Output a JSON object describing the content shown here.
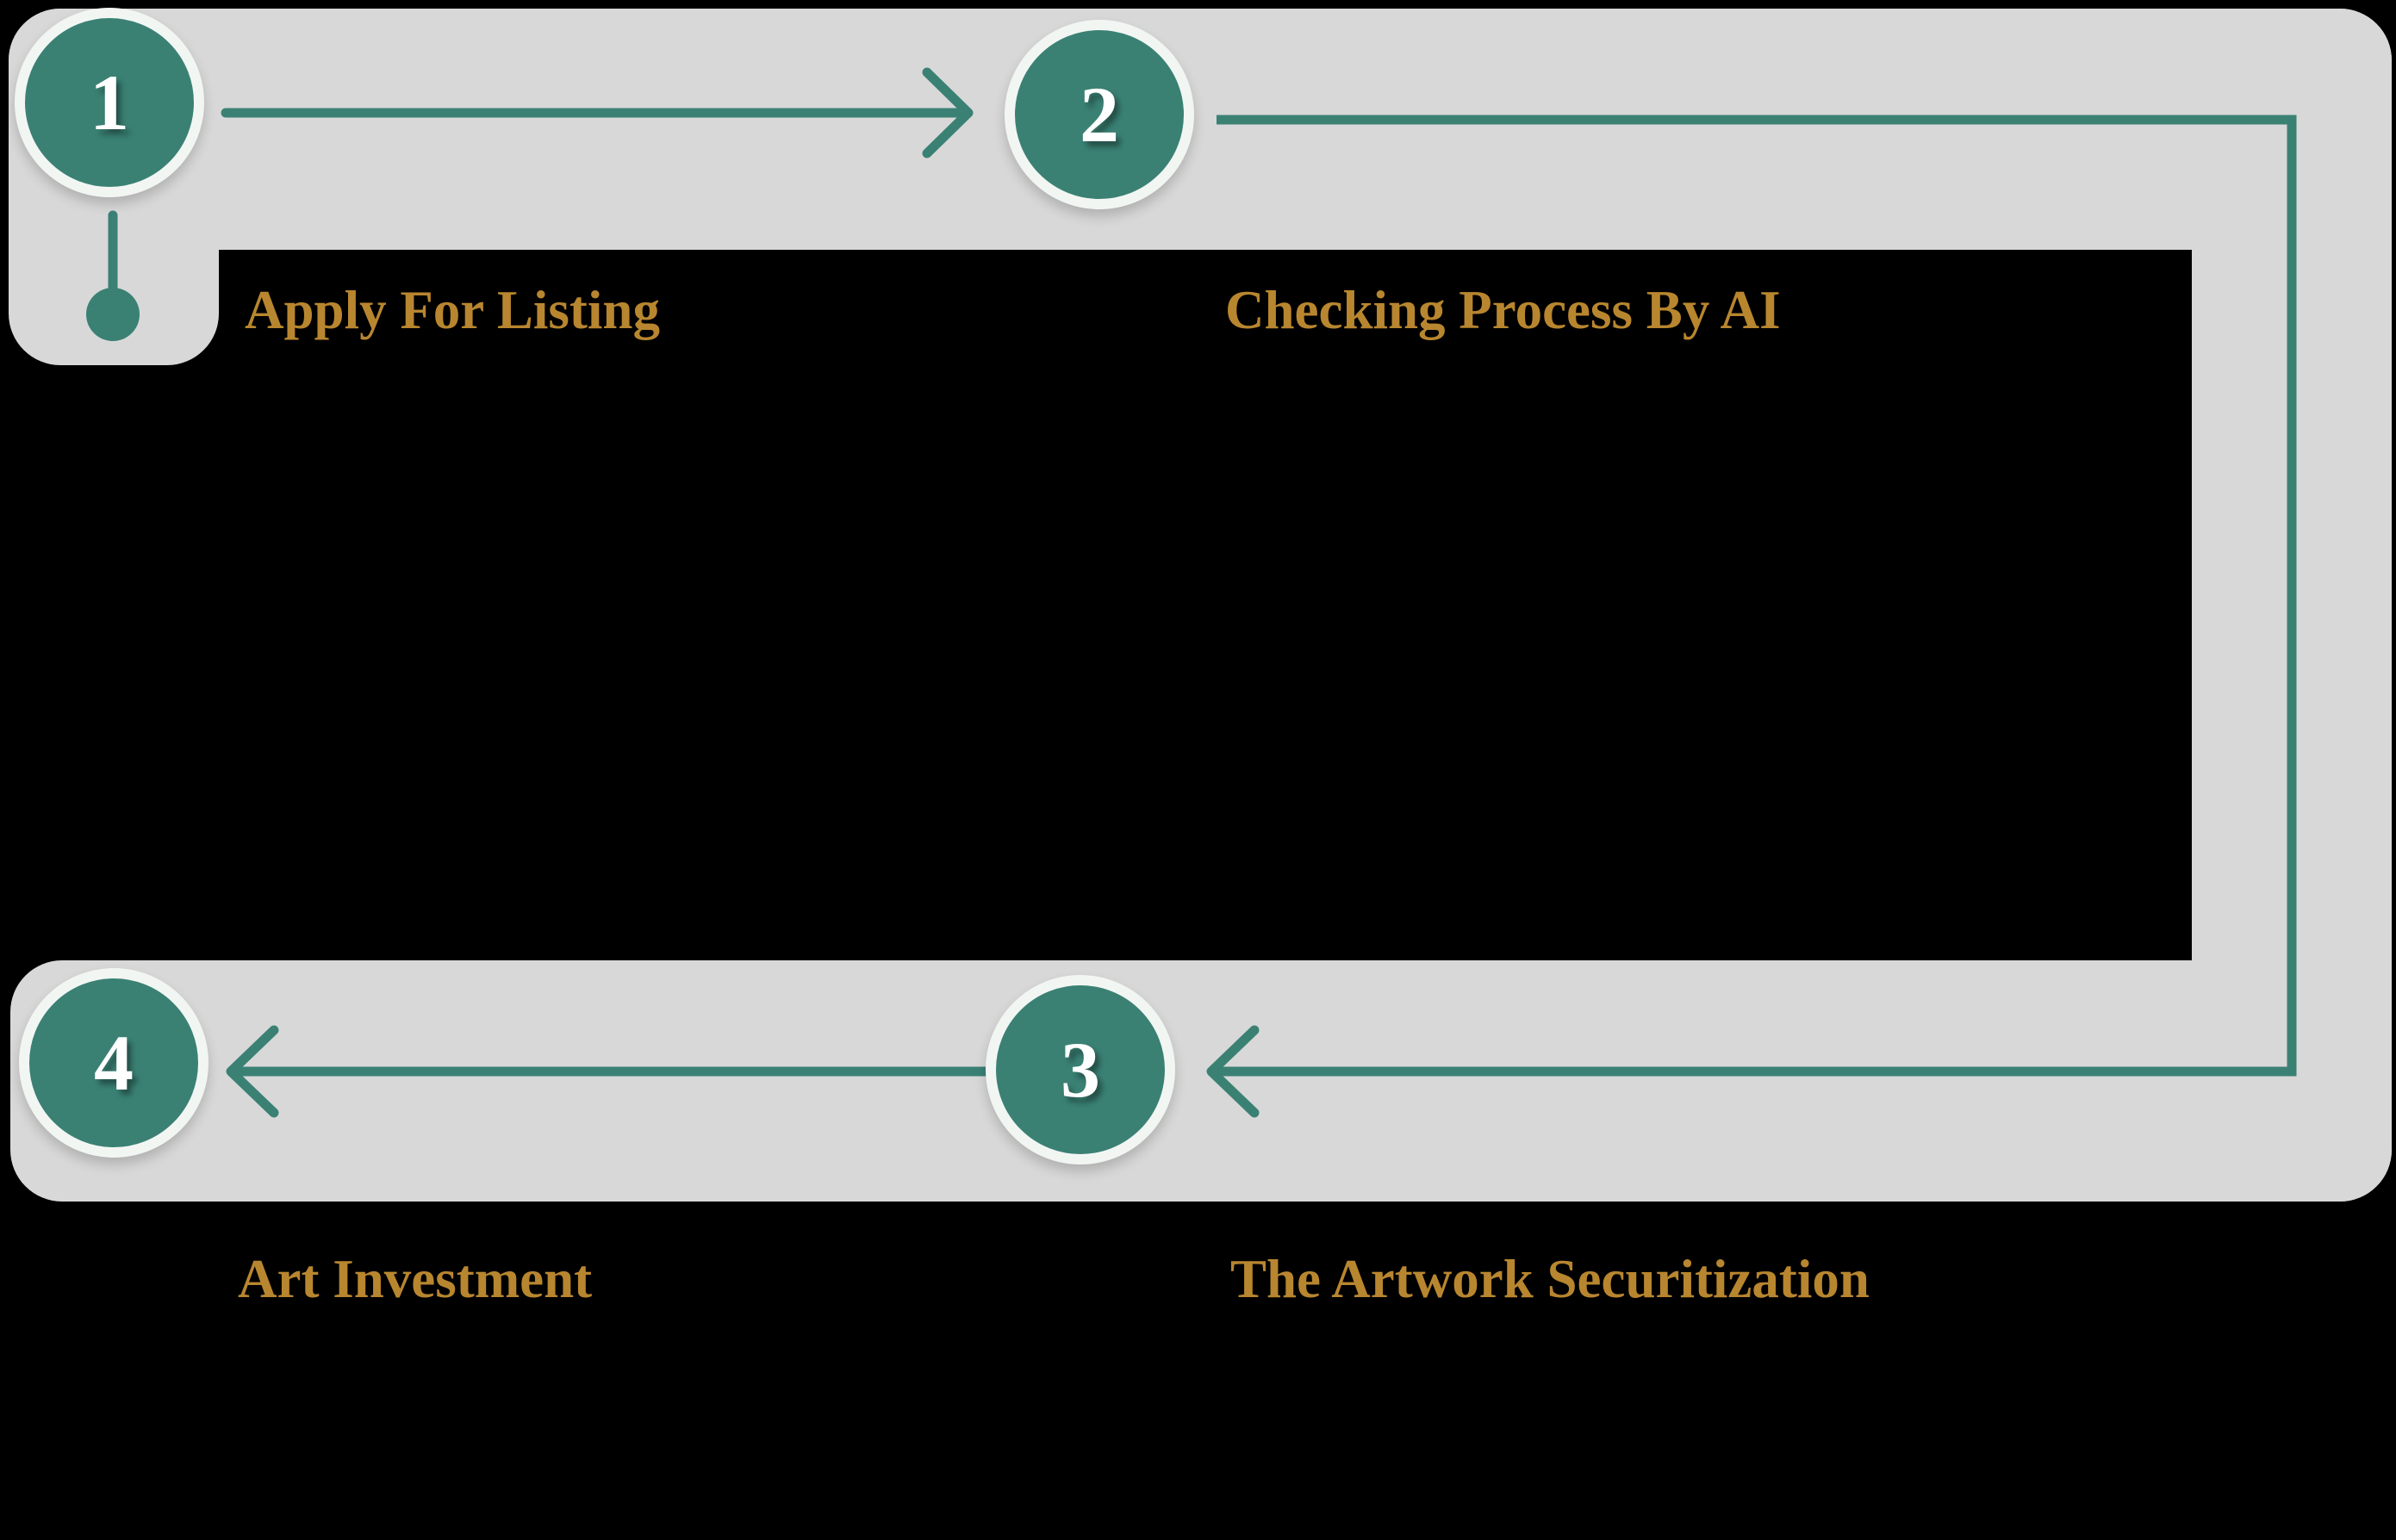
{
  "diagram": {
    "type": "process-flow",
    "step_count": 4,
    "steps": [
      {
        "number": "1",
        "title": "Apply For Listing"
      },
      {
        "number": "2",
        "title": "Checking Process By AI"
      },
      {
        "number": "3",
        "title": "The Artwork Securitization"
      },
      {
        "number": "4",
        "title": "Art Investment"
      }
    ]
  },
  "icons": [
    {
      "name": "arrow-right-icon",
      "meaning": "flow from step 1 to step 2"
    },
    {
      "name": "arrow-left-icon",
      "meaning": "flow from line into step 3 and from step 3 to step 4"
    },
    {
      "name": "connector-dot-icon",
      "meaning": "start terminal dot under step 1"
    }
  ],
  "colors": {
    "bg": "#000000",
    "track": "#d8d8d8",
    "teal": "#3a8174",
    "ring": "#f2f6f3",
    "gold": "#b8862f",
    "number": "#ffffff"
  }
}
